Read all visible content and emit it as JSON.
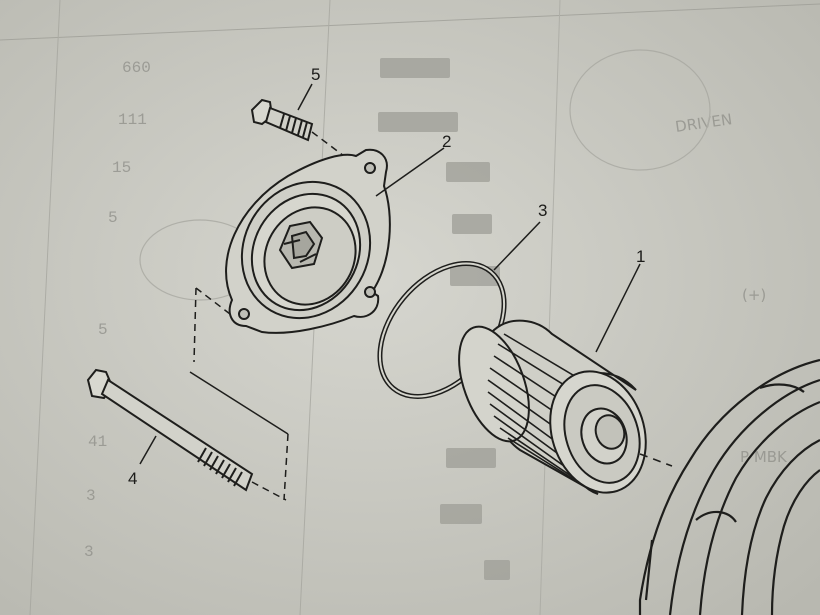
{
  "colors": {
    "paper": "#c8c8c0",
    "ink": "#1e1e1c",
    "bleed": "#8e8e88"
  },
  "callouts": [
    "1",
    "2",
    "3",
    "4",
    "5"
  ],
  "bleed_through_numbers": [
    "660",
    "111",
    "15",
    "5",
    "5",
    "41",
    "3",
    "3"
  ],
  "bleed_through_text": [
    "DRIVEN",
    "(+)",
    "P MBK"
  ]
}
